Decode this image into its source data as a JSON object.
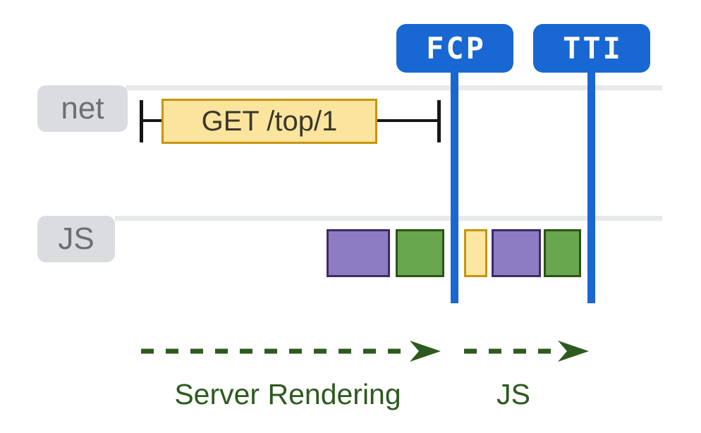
{
  "markers": {
    "fcp": {
      "label": "FCP"
    },
    "tti": {
      "label": "TTI"
    }
  },
  "tracks": {
    "net": {
      "label": "net"
    },
    "js": {
      "label": "JS"
    }
  },
  "network": {
    "request_label": "GET /top/1"
  },
  "js_blocks": [
    {
      "color": "purple"
    },
    {
      "color": "green"
    },
    {
      "color": "yellow"
    },
    {
      "color": "purple"
    },
    {
      "color": "green"
    }
  ],
  "phases": {
    "server_rendering": {
      "label": "Server Rendering"
    },
    "js": {
      "label": "JS"
    }
  },
  "colors": {
    "accent-blue": "#1967D2",
    "track-gray": "#E8E9EB",
    "label-bg": "#DADCE0",
    "label-text": "#6C6F72",
    "request-fill": "#FBE49D",
    "request-border": "#C6950A",
    "request-text": "#3A372A",
    "purple-fill": "#8E7CC3",
    "purple-border": "#3E2A68",
    "green-fill": "#69A74E",
    "green-border": "#2D5317",
    "yellow-fill": "#FCE6A2",
    "yellow-border": "#C6950A",
    "arrow-green": "#2D5A1E",
    "marker-black": "#161616"
  }
}
